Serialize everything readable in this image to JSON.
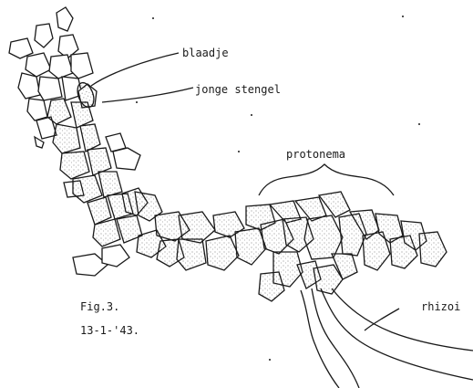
{
  "labels": {
    "leaf": "blaadje",
    "young_stem": "jonge stengel",
    "protonema": "protonema",
    "rhizoid": "rhizoi"
  },
  "caption": {
    "figure": "Fig.3.",
    "date": "13-1-'43."
  },
  "colors": {
    "ink": "#1a1a1a",
    "paper": "#ffffff",
    "stipple": "#6b6b6b"
  }
}
